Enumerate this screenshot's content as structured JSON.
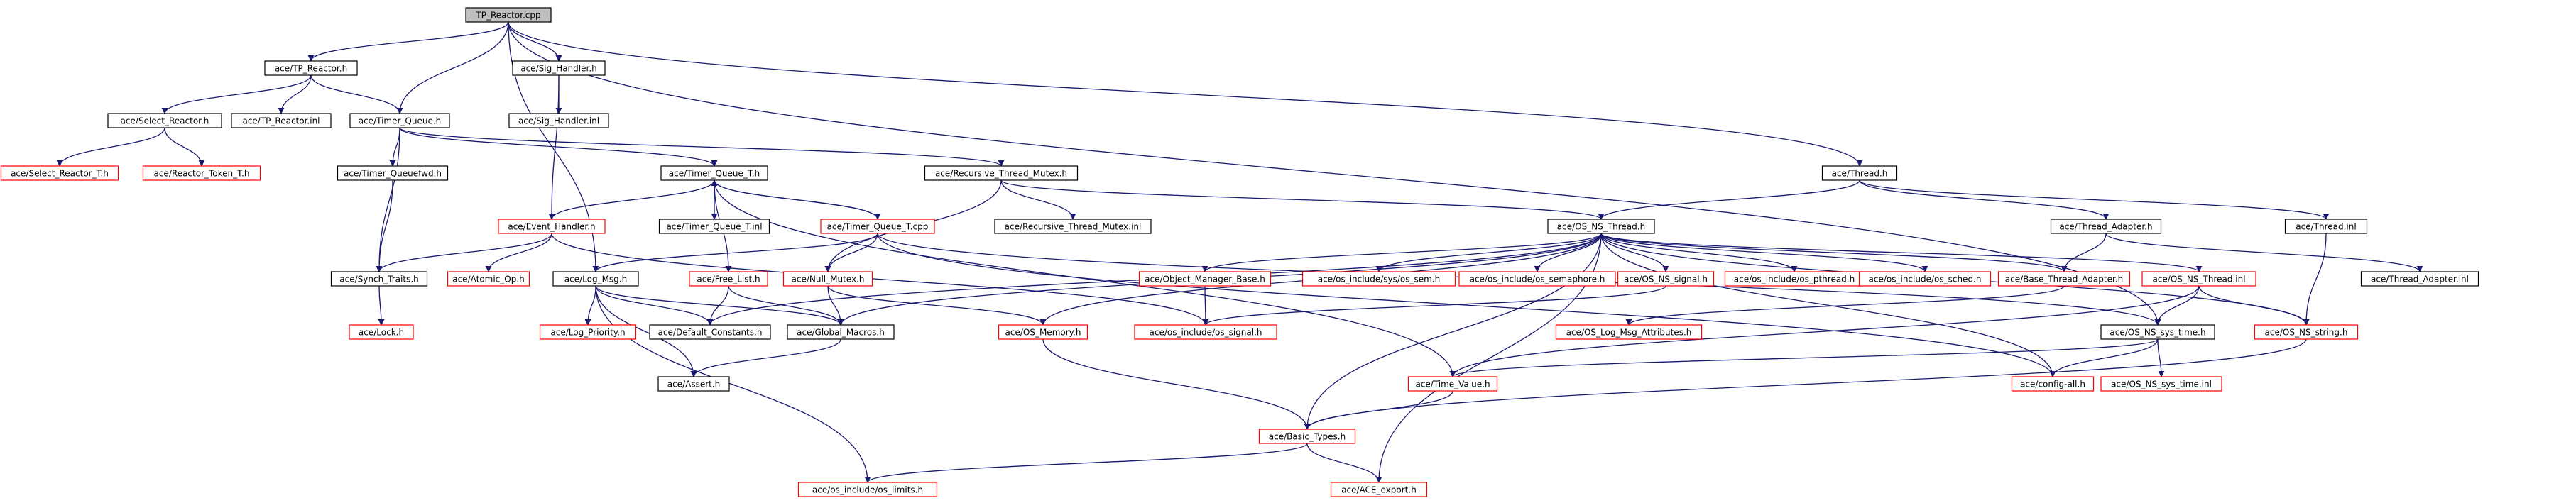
{
  "colors": {
    "edge": "#191970",
    "root_fill": "#bfbfbf",
    "node_fill": "#ffffff",
    "node_border_normal": "#000000",
    "node_border_missing": "#ff0000",
    "text": "#000000"
  },
  "graph": {
    "nodes": [
      {
        "id": "root",
        "label": "TP_Reactor.cpp",
        "root": true
      },
      {
        "id": "tpr_h",
        "label": "ace/TP_Reactor.h"
      },
      {
        "id": "sig_h",
        "label": "ace/Sig_Handler.h"
      },
      {
        "id": "sel_h",
        "label": "ace/Select_Reactor.h"
      },
      {
        "id": "tpr_inl",
        "label": "ace/TP_Reactor.inl"
      },
      {
        "id": "tq_h",
        "label": "ace/Timer_Queue.h"
      },
      {
        "id": "sig_inl",
        "label": "ace/Sig_Handler.inl"
      },
      {
        "id": "sel_t",
        "label": "ace/Select_Reactor_T.h",
        "missing": true
      },
      {
        "id": "rtok_t",
        "label": "ace/Reactor_Token_T.h",
        "missing": true
      },
      {
        "id": "tqfwd",
        "label": "ace/Timer_Queuefwd.h"
      },
      {
        "id": "tqt_h",
        "label": "ace/Timer_Queue_T.h"
      },
      {
        "id": "rtm_h",
        "label": "ace/Recursive_Thread_Mutex.h"
      },
      {
        "id": "thr_h",
        "label": "ace/Thread.h"
      },
      {
        "id": "evh_h",
        "label": "ace/Event_Handler.h",
        "missing": true
      },
      {
        "id": "tqt_inl",
        "label": "ace/Timer_Queue_T.inl"
      },
      {
        "id": "tqt_cpp",
        "label": "ace/Timer_Queue_T.cpp",
        "missing": true
      },
      {
        "id": "rtm_inl",
        "label": "ace/Recursive_Thread_Mutex.inl"
      },
      {
        "id": "osthr_h",
        "label": "ace/OS_NS_Thread.h"
      },
      {
        "id": "thad_h",
        "label": "ace/Thread_Adapter.h"
      },
      {
        "id": "thr_inl",
        "label": "ace/Thread.inl"
      },
      {
        "id": "thad_inl",
        "label": "ace/Thread_Adapter.inl"
      },
      {
        "id": "synch",
        "label": "ace/Synch_Traits.h"
      },
      {
        "id": "atom",
        "label": "ace/Atomic_Op.h",
        "missing": true
      },
      {
        "id": "logmsg",
        "label": "ace/Log_Msg.h"
      },
      {
        "id": "freel",
        "label": "ace/Free_List.h",
        "missing": true
      },
      {
        "id": "nullm",
        "label": "ace/Null_Mutex.h",
        "missing": true
      },
      {
        "id": "omb",
        "label": "ace/Object_Manager_Base.h",
        "missing": true
      },
      {
        "id": "ossem",
        "label": "ace/os_include/sys/os_sem.h",
        "missing": true
      },
      {
        "id": "ossemph",
        "label": "ace/os_include/os_semaphore.h",
        "missing": true
      },
      {
        "id": "ossignal",
        "label": "ace/OS_NS_signal.h",
        "missing": true
      },
      {
        "id": "ospth",
        "label": "ace/os_include/os_pthread.h",
        "missing": true
      },
      {
        "id": "ossched",
        "label": "ace/os_include/os_sched.h",
        "missing": true
      },
      {
        "id": "bta",
        "label": "ace/Base_Thread_Adapter.h",
        "missing": true
      },
      {
        "id": "osthr_inl",
        "label": "ace/OS_NS_Thread.inl",
        "missing": true
      },
      {
        "id": "lock",
        "label": "ace/Lock.h",
        "missing": true
      },
      {
        "id": "logprio",
        "label": "ace/Log_Priority.h",
        "missing": true
      },
      {
        "id": "defc",
        "label": "ace/Default_Constants.h"
      },
      {
        "id": "glob",
        "label": "ace/Global_Macros.h"
      },
      {
        "id": "osmem",
        "label": "ace/OS_Memory.h",
        "missing": true
      },
      {
        "id": "ossig_inc",
        "label": "ace/os_include/os_signal.h",
        "missing": true
      },
      {
        "id": "oslma",
        "label": "ace/OS_Log_Msg_Attributes.h",
        "missing": true
      },
      {
        "id": "ossyst",
        "label": "ace/OS_NS_sys_time.h"
      },
      {
        "id": "osstr",
        "label": "ace/OS_NS_string.h",
        "missing": true
      },
      {
        "id": "assert",
        "label": "ace/Assert.h"
      },
      {
        "id": "timev",
        "label": "ace/Time_Value.h",
        "missing": true
      },
      {
        "id": "config",
        "label": "ace/config-all.h",
        "missing": true
      },
      {
        "id": "ossyst_inl",
        "label": "ace/OS_NS_sys_time.inl",
        "missing": true
      },
      {
        "id": "basict",
        "label": "ace/Basic_Types.h",
        "missing": true
      },
      {
        "id": "oslim",
        "label": "ace/os_include/os_limits.h",
        "missing": true
      },
      {
        "id": "export",
        "label": "ace/ACE_export.h",
        "missing": true
      }
    ],
    "edges": [
      [
        "root",
        "tpr_h"
      ],
      [
        "root",
        "sig_h"
      ],
      [
        "root",
        "tq_h"
      ],
      [
        "root",
        "logmsg"
      ],
      [
        "root",
        "thr_h"
      ],
      [
        "root",
        "ossyst"
      ],
      [
        "tpr_h",
        "sel_h"
      ],
      [
        "tpr_h",
        "tpr_inl"
      ],
      [
        "tpr_h",
        "tq_h"
      ],
      [
        "sig_h",
        "sig_inl"
      ],
      [
        "sig_h",
        "evh_h"
      ],
      [
        "sel_h",
        "sel_t"
      ],
      [
        "sel_h",
        "rtok_t"
      ],
      [
        "tq_h",
        "tqfwd"
      ],
      [
        "tq_h",
        "tqt_h"
      ],
      [
        "tq_h",
        "rtm_h"
      ],
      [
        "tq_h",
        "synch"
      ],
      [
        "tqfwd",
        "synch"
      ],
      [
        "tqt_h",
        "evh_h"
      ],
      [
        "tqt_h",
        "tqt_inl"
      ],
      [
        "tqt_h",
        "tqt_cpp"
      ],
      [
        "tqt_h",
        "freel"
      ],
      [
        "tqt_h",
        "timev"
      ],
      [
        "tqt_cpp",
        "tqt_h"
      ],
      [
        "tqt_cpp",
        "logmsg"
      ],
      [
        "tqt_cpp",
        "nullm"
      ],
      [
        "tqt_cpp",
        "ossyst"
      ],
      [
        "tqt_cpp",
        "config"
      ],
      [
        "rtm_h",
        "rtm_inl"
      ],
      [
        "rtm_h",
        "osthr_h"
      ],
      [
        "rtm_h",
        "nullm"
      ],
      [
        "thr_h",
        "thad_h"
      ],
      [
        "thr_h",
        "thr_inl"
      ],
      [
        "thr_h",
        "osthr_h"
      ],
      [
        "thad_h",
        "bta"
      ],
      [
        "thad_h",
        "thad_inl"
      ],
      [
        "thr_inl",
        "osstr"
      ],
      [
        "evh_h",
        "synch"
      ],
      [
        "evh_h",
        "atom"
      ],
      [
        "evh_h",
        "ossig_inc"
      ],
      [
        "synch",
        "lock"
      ],
      [
        "logmsg",
        "logprio"
      ],
      [
        "logmsg",
        "defc"
      ],
      [
        "logmsg",
        "glob"
      ],
      [
        "logmsg",
        "assert"
      ],
      [
        "logmsg",
        "oslim"
      ],
      [
        "freel",
        "defc"
      ],
      [
        "freel",
        "glob"
      ],
      [
        "nullm",
        "glob"
      ],
      [
        "nullm",
        "osmem"
      ],
      [
        "osthr_h",
        "glob"
      ],
      [
        "osthr_h",
        "defc"
      ],
      [
        "osthr_h",
        "omb"
      ],
      [
        "osthr_h",
        "ossem"
      ],
      [
        "osthr_h",
        "ossemph"
      ],
      [
        "osthr_h",
        "ossignal"
      ],
      [
        "osthr_h",
        "ospth"
      ],
      [
        "osthr_h",
        "ossched"
      ],
      [
        "osthr_h",
        "bta"
      ],
      [
        "osthr_h",
        "osthr_inl"
      ],
      [
        "osthr_h",
        "osmem"
      ],
      [
        "osthr_h",
        "basict"
      ],
      [
        "osthr_h",
        "export"
      ],
      [
        "osthr_h",
        "config"
      ],
      [
        "osthr_h",
        "osstr"
      ],
      [
        "omb",
        "ossig_inc"
      ],
      [
        "ossignal",
        "ossig_inc"
      ],
      [
        "bta",
        "oslma"
      ],
      [
        "osthr_inl",
        "ossyst"
      ],
      [
        "osthr_inl",
        "osstr"
      ],
      [
        "osthr_inl",
        "timev"
      ],
      [
        "glob",
        "assert"
      ],
      [
        "osmem",
        "basict"
      ],
      [
        "ossyst",
        "timev"
      ],
      [
        "ossyst",
        "config"
      ],
      [
        "ossyst",
        "ossyst_inl"
      ],
      [
        "osstr",
        "basict"
      ],
      [
        "timev",
        "basict"
      ],
      [
        "basict",
        "oslim"
      ],
      [
        "basict",
        "export"
      ]
    ]
  }
}
